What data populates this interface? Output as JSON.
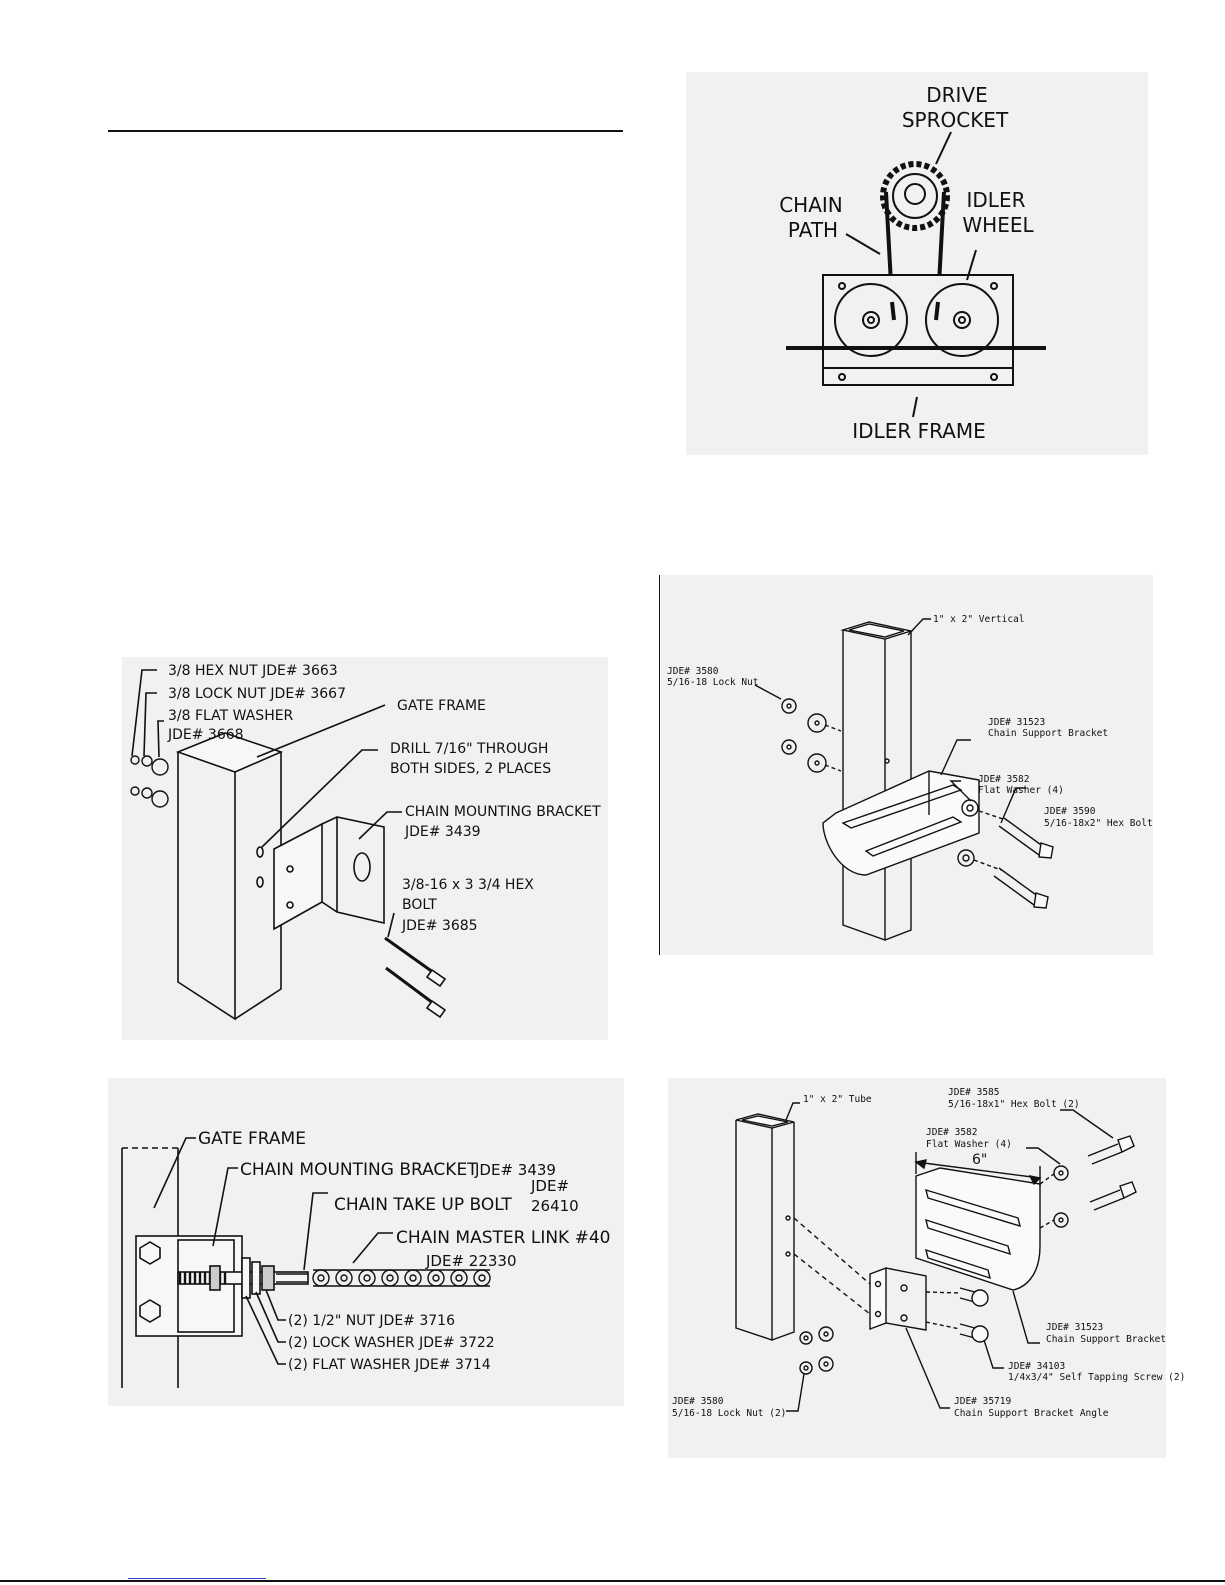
{
  "fig_idler": {
    "drive_sprocket": [
      "DRIVE",
      "SPROCKET"
    ],
    "chain_path": [
      "CHAIN",
      "PATH"
    ],
    "idler_wheel": [
      "IDLER",
      "WHEEL"
    ],
    "idler_frame": "IDLER FRAME"
  },
  "fig_bracket_gate": {
    "hex_nut": "3/8 HEX NUT JDE# 3663",
    "lock_nut": "3/8 LOCK NUT JDE# 3667",
    "flat_washer": [
      "3/8 FLAT WASHER",
      "JDE# 3668"
    ],
    "gate_frame": "GATE FRAME",
    "drill": [
      "DRILL 7/16\" THROUGH",
      "BOTH SIDES, 2 PLACES"
    ],
    "mount_bracket": [
      "CHAIN MOUNTING BRACKET",
      "JDE# 3439"
    ],
    "hex_bolt": [
      "3/8-16 x 3 3/4 HEX",
      "BOLT",
      "JDE# 3685"
    ]
  },
  "fig_support_vertical": {
    "vertical": "1\" x 2\" Vertical",
    "lock_nut": [
      "JDE# 3580",
      "5/16-18 Lock Nut"
    ],
    "bracket": [
      "JDE# 31523",
      "Chain Support Bracket"
    ],
    "washer": [
      "JDE# 3582",
      "Flat Washer (4)"
    ],
    "hex_bolt": [
      "JDE# 3590",
      "5/16-18x2\" Hex Bolt"
    ]
  },
  "fig_takeup": {
    "gate_frame": "GATE FRAME",
    "mount_bracket": "CHAIN MOUNTING BRACKET",
    "mount_bracket_jde": "JDE# 3439",
    "takeup_bolt": "CHAIN TAKE UP BOLT",
    "takeup_jde": [
      "JDE#",
      "26410"
    ],
    "master_link": "CHAIN MASTER LINK #40",
    "master_link_jde": "JDE# 22330",
    "nut": "(2) 1/2\" NUT JDE# 3716",
    "lock_washer": "(2) LOCK WASHER JDE# 3722",
    "flat_washer": "(2) FLAT WASHER JDE# 3714"
  },
  "fig_support_tube": {
    "tube": "1\" x 2\" Tube",
    "hex_bolt": [
      "JDE# 3585",
      "5/16-18x1\" Hex Bolt (2)"
    ],
    "washer": [
      "JDE# 3582",
      "Flat Washer (4)"
    ],
    "dimension": "6\"",
    "bracket": [
      "JDE# 31523",
      "Chain Support Bracket"
    ],
    "screw": [
      "JDE# 34103",
      "1/4x3/4\" Self Tapping Screw (2)"
    ],
    "angle": [
      "JDE# 35719",
      "Chain Support Bracket Angle"
    ],
    "lock_nut": [
      "JDE# 3580",
      "5/16-18 Lock Nut (2)"
    ]
  }
}
